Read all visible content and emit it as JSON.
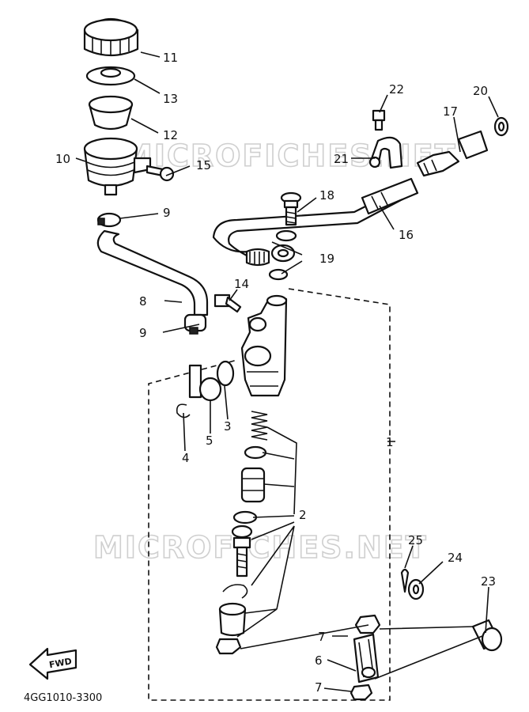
{
  "watermark": "MICROFICHES.NET",
  "diagram_code": "4GG1010-3300",
  "fwd_label": "FWD",
  "callouts": [
    "1",
    "2",
    "3",
    "4",
    "5",
    "6",
    "7",
    "7",
    "8",
    "9",
    "9",
    "10",
    "11",
    "12",
    "13",
    "14",
    "15",
    "16",
    "17",
    "18",
    "19",
    "20",
    "21",
    "22",
    "23",
    "24",
    "25"
  ]
}
